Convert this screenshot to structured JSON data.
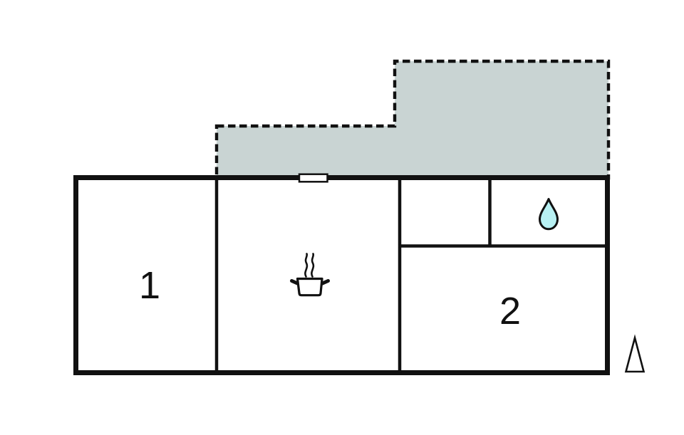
{
  "title": "floor-plan",
  "rooms": [
    {
      "label": "1"
    },
    {
      "label": "2"
    }
  ],
  "icons": [
    {
      "name": "cooking-pot-icon"
    },
    {
      "name": "water-drop-icon"
    },
    {
      "name": "north-arrow-icon"
    },
    {
      "name": "window-marker"
    }
  ],
  "colors": {
    "wall": "#111111",
    "terrace_fill": "#c9d4d3",
    "water_drop_fill": "#b8f1f3",
    "room_fill": "#ffffff",
    "background": "#ffffff"
  }
}
